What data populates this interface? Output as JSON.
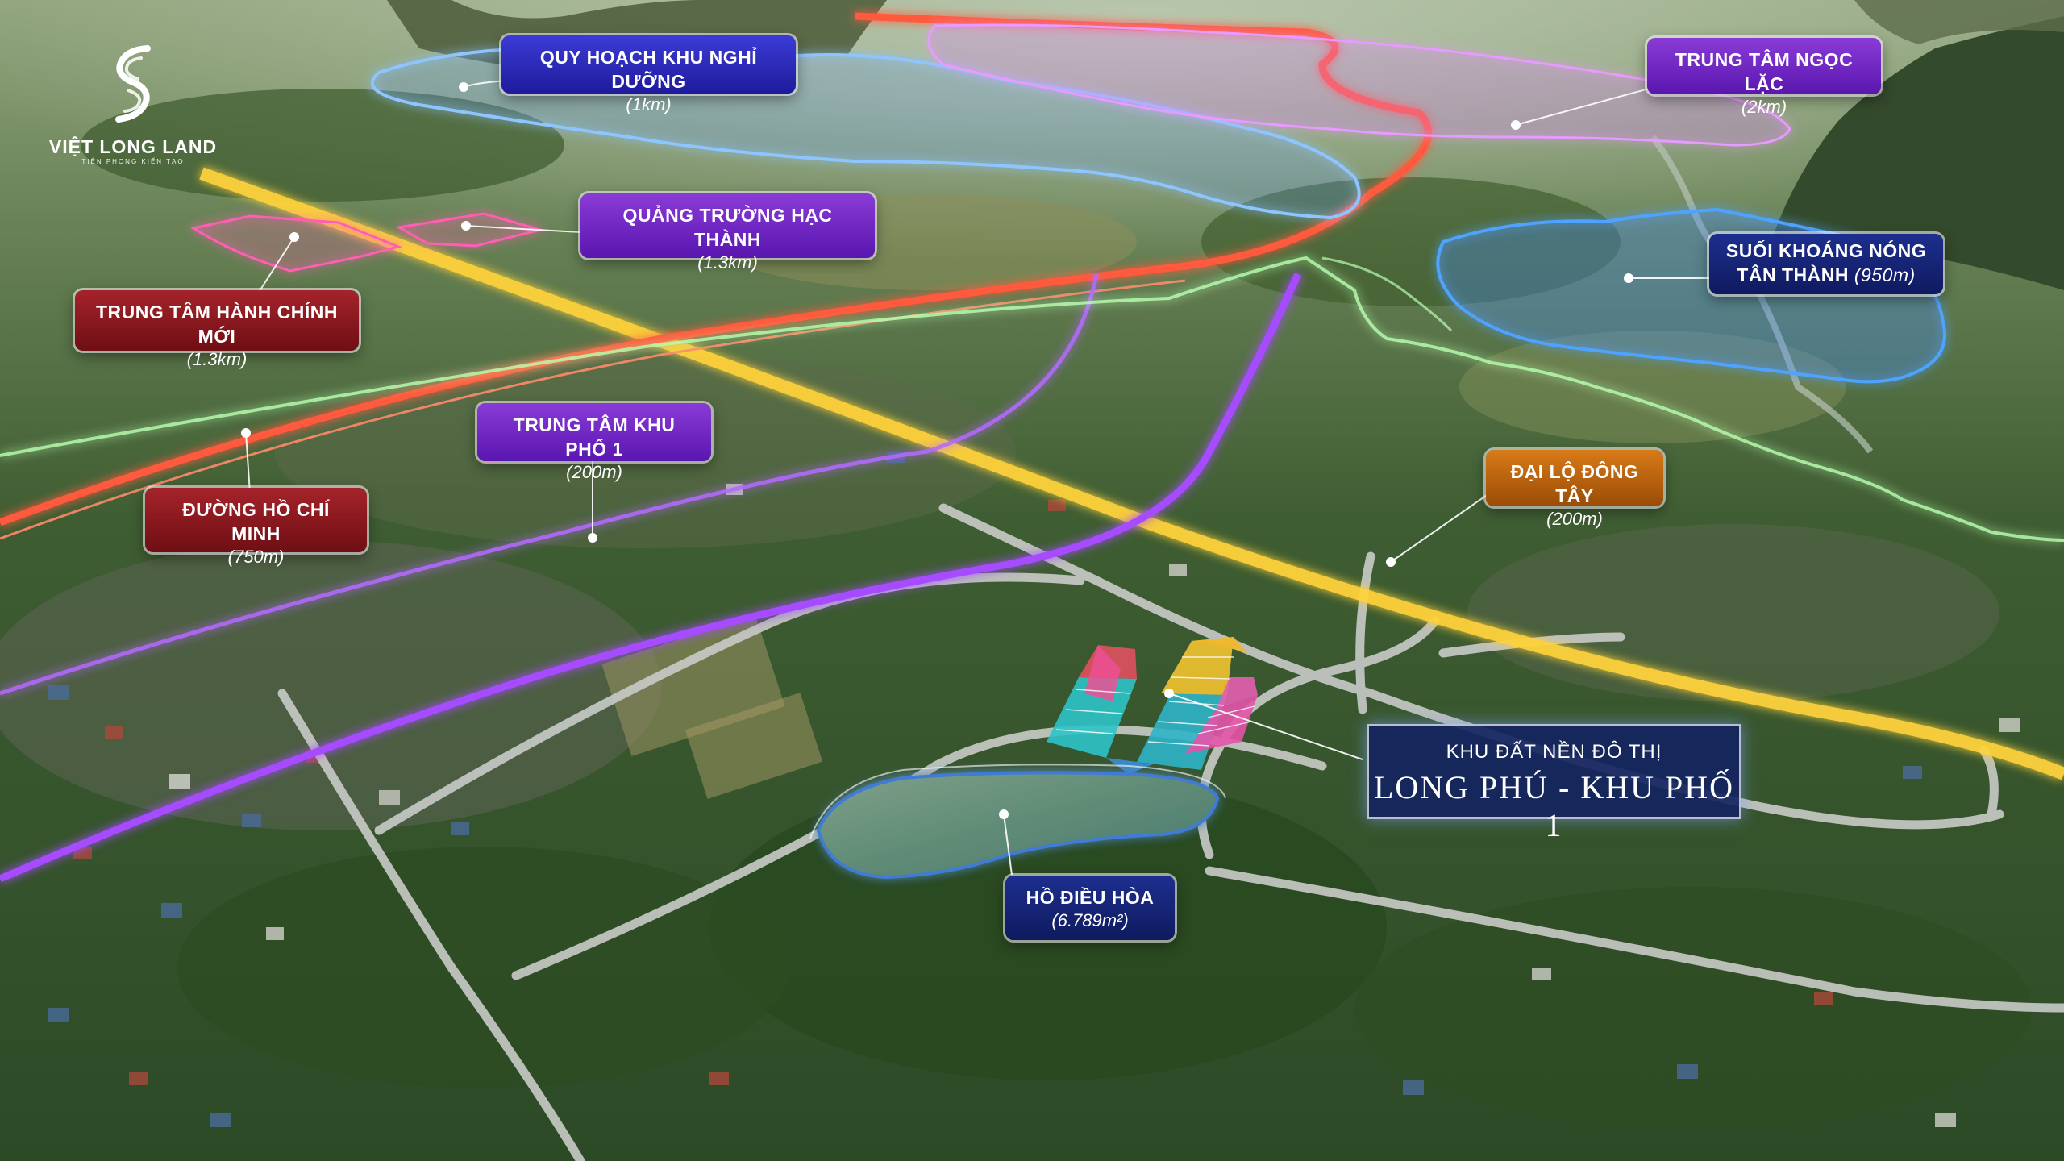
{
  "brand": {
    "name": "VIỆT LONG LAND",
    "tagline": "TIÊN PHONG KIẾN TẠO",
    "logo_icon": "stylized-s-logo-icon"
  },
  "main_label": {
    "subtitle": "KHU ĐẤT NỀN ĐÔ THỊ",
    "title": "LONG PHÚ - KHU PHỐ 1"
  },
  "callouts": {
    "resort": {
      "title": "QUY HOẠCH KHU NGHỈ DƯỠNG",
      "distance": "(1km)"
    },
    "ngoc_lac": {
      "title": "TRUNG TÂM NGỌC LẶC",
      "distance": "(2km)"
    },
    "hac_thanh": {
      "title": "QUẢNG TRƯỜNG HẠC THÀNH",
      "distance": "(1.3km)"
    },
    "suoi_khoang": {
      "title": "SUỐI KHOÁNG NÓNG",
      "title2": "TÂN THÀNH",
      "distance": "(950m)"
    },
    "hanh_chinh": {
      "title": "TRUNG TÂM HÀNH CHÍNH MỚI",
      "distance": "(1.3km)"
    },
    "khu_pho": {
      "title": "TRUNG TÂM KHU PHỐ 1",
      "distance": "(200m)"
    },
    "ho_chi_minh": {
      "title": "ĐƯỜNG HỒ CHÍ MINH",
      "distance": "(750m)"
    },
    "dong_tay": {
      "title": "ĐẠI LỘ ĐÔNG TÂY",
      "distance": "(200m)"
    },
    "dieu_hoa": {
      "title": "HỒ ĐIỀU HÒA",
      "distance": "(6.789m²)"
    }
  },
  "colors": {
    "ho_chi_minh_route": "#ff5a3c",
    "dong_tay_route": "#ffd23a",
    "purple_route": "#a64cff",
    "green_boundary": "#b8ffb0",
    "blue_zone": "#4fa3ff",
    "pink_zone": "#ff5fb3",
    "lake": "#3f7bd6"
  }
}
